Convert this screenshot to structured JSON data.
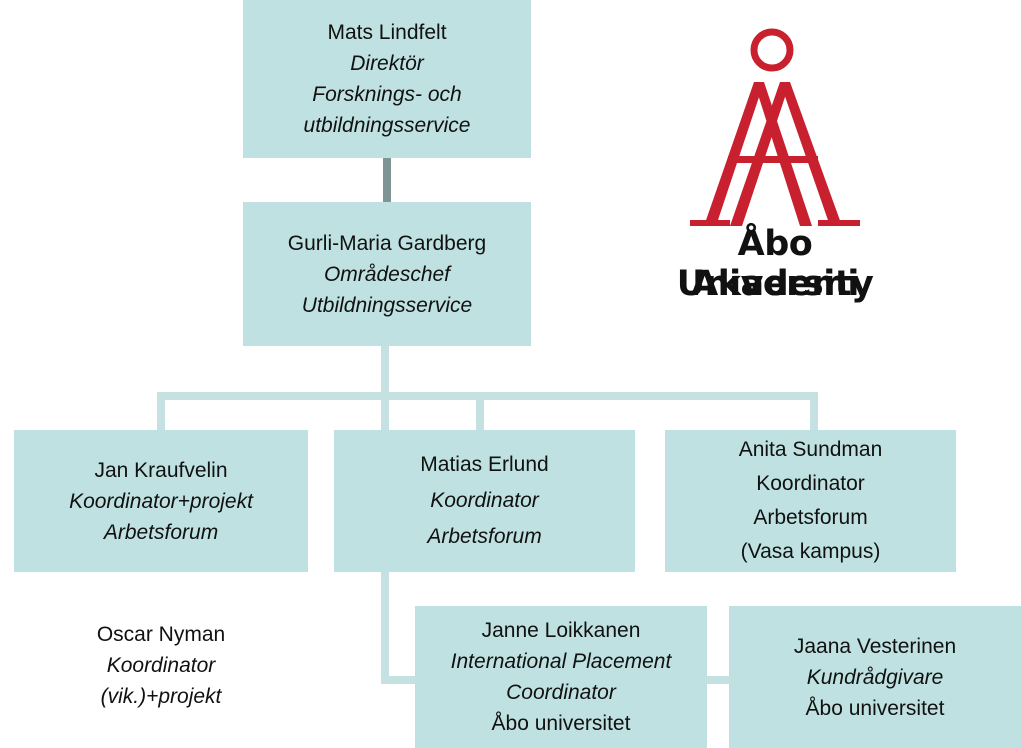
{
  "nodes": {
    "director": {
      "name": "Mats Lindfelt",
      "title": "Direktör",
      "unit_line1": "Forsknings- och",
      "unit_line2": "utbildningsservice"
    },
    "area_head": {
      "name": "Gurli-Maria Gardberg",
      "title": "Områdeschef",
      "unit": "Utbildningsservice"
    },
    "kraufvelin": {
      "name": "Jan Kraufvelin",
      "title": "Koordinator+projekt",
      "unit": "Arbetsforum"
    },
    "erlund": {
      "name": "Matias Erlund",
      "title": "Koordinator",
      "unit": "Arbetsforum"
    },
    "sundman": {
      "name": "Anita Sundman",
      "title": "Koordinator",
      "unit": "Arbetsforum",
      "location": "(Vasa kampus)"
    },
    "nyman": {
      "name": "Oscar Nyman",
      "title_line1": "Koordinator",
      "title_line2": "(vik.)+projekt"
    },
    "loikkanen": {
      "name": "Janne Loikkanen",
      "title_line1": "International Placement",
      "title_line2": "Coordinator",
      "unit": "Åbo universitet"
    },
    "vesterinen": {
      "name": "Jaana Vesterinen",
      "title": "Kundrådgivare",
      "unit": "Åbo universitet"
    }
  },
  "logo": {
    "line1": "Åbo Akademi",
    "line2": "University",
    "color": "#c8202f"
  },
  "colors": {
    "box_fill": "#bfe1e1",
    "connector": "#c5e1e1"
  }
}
